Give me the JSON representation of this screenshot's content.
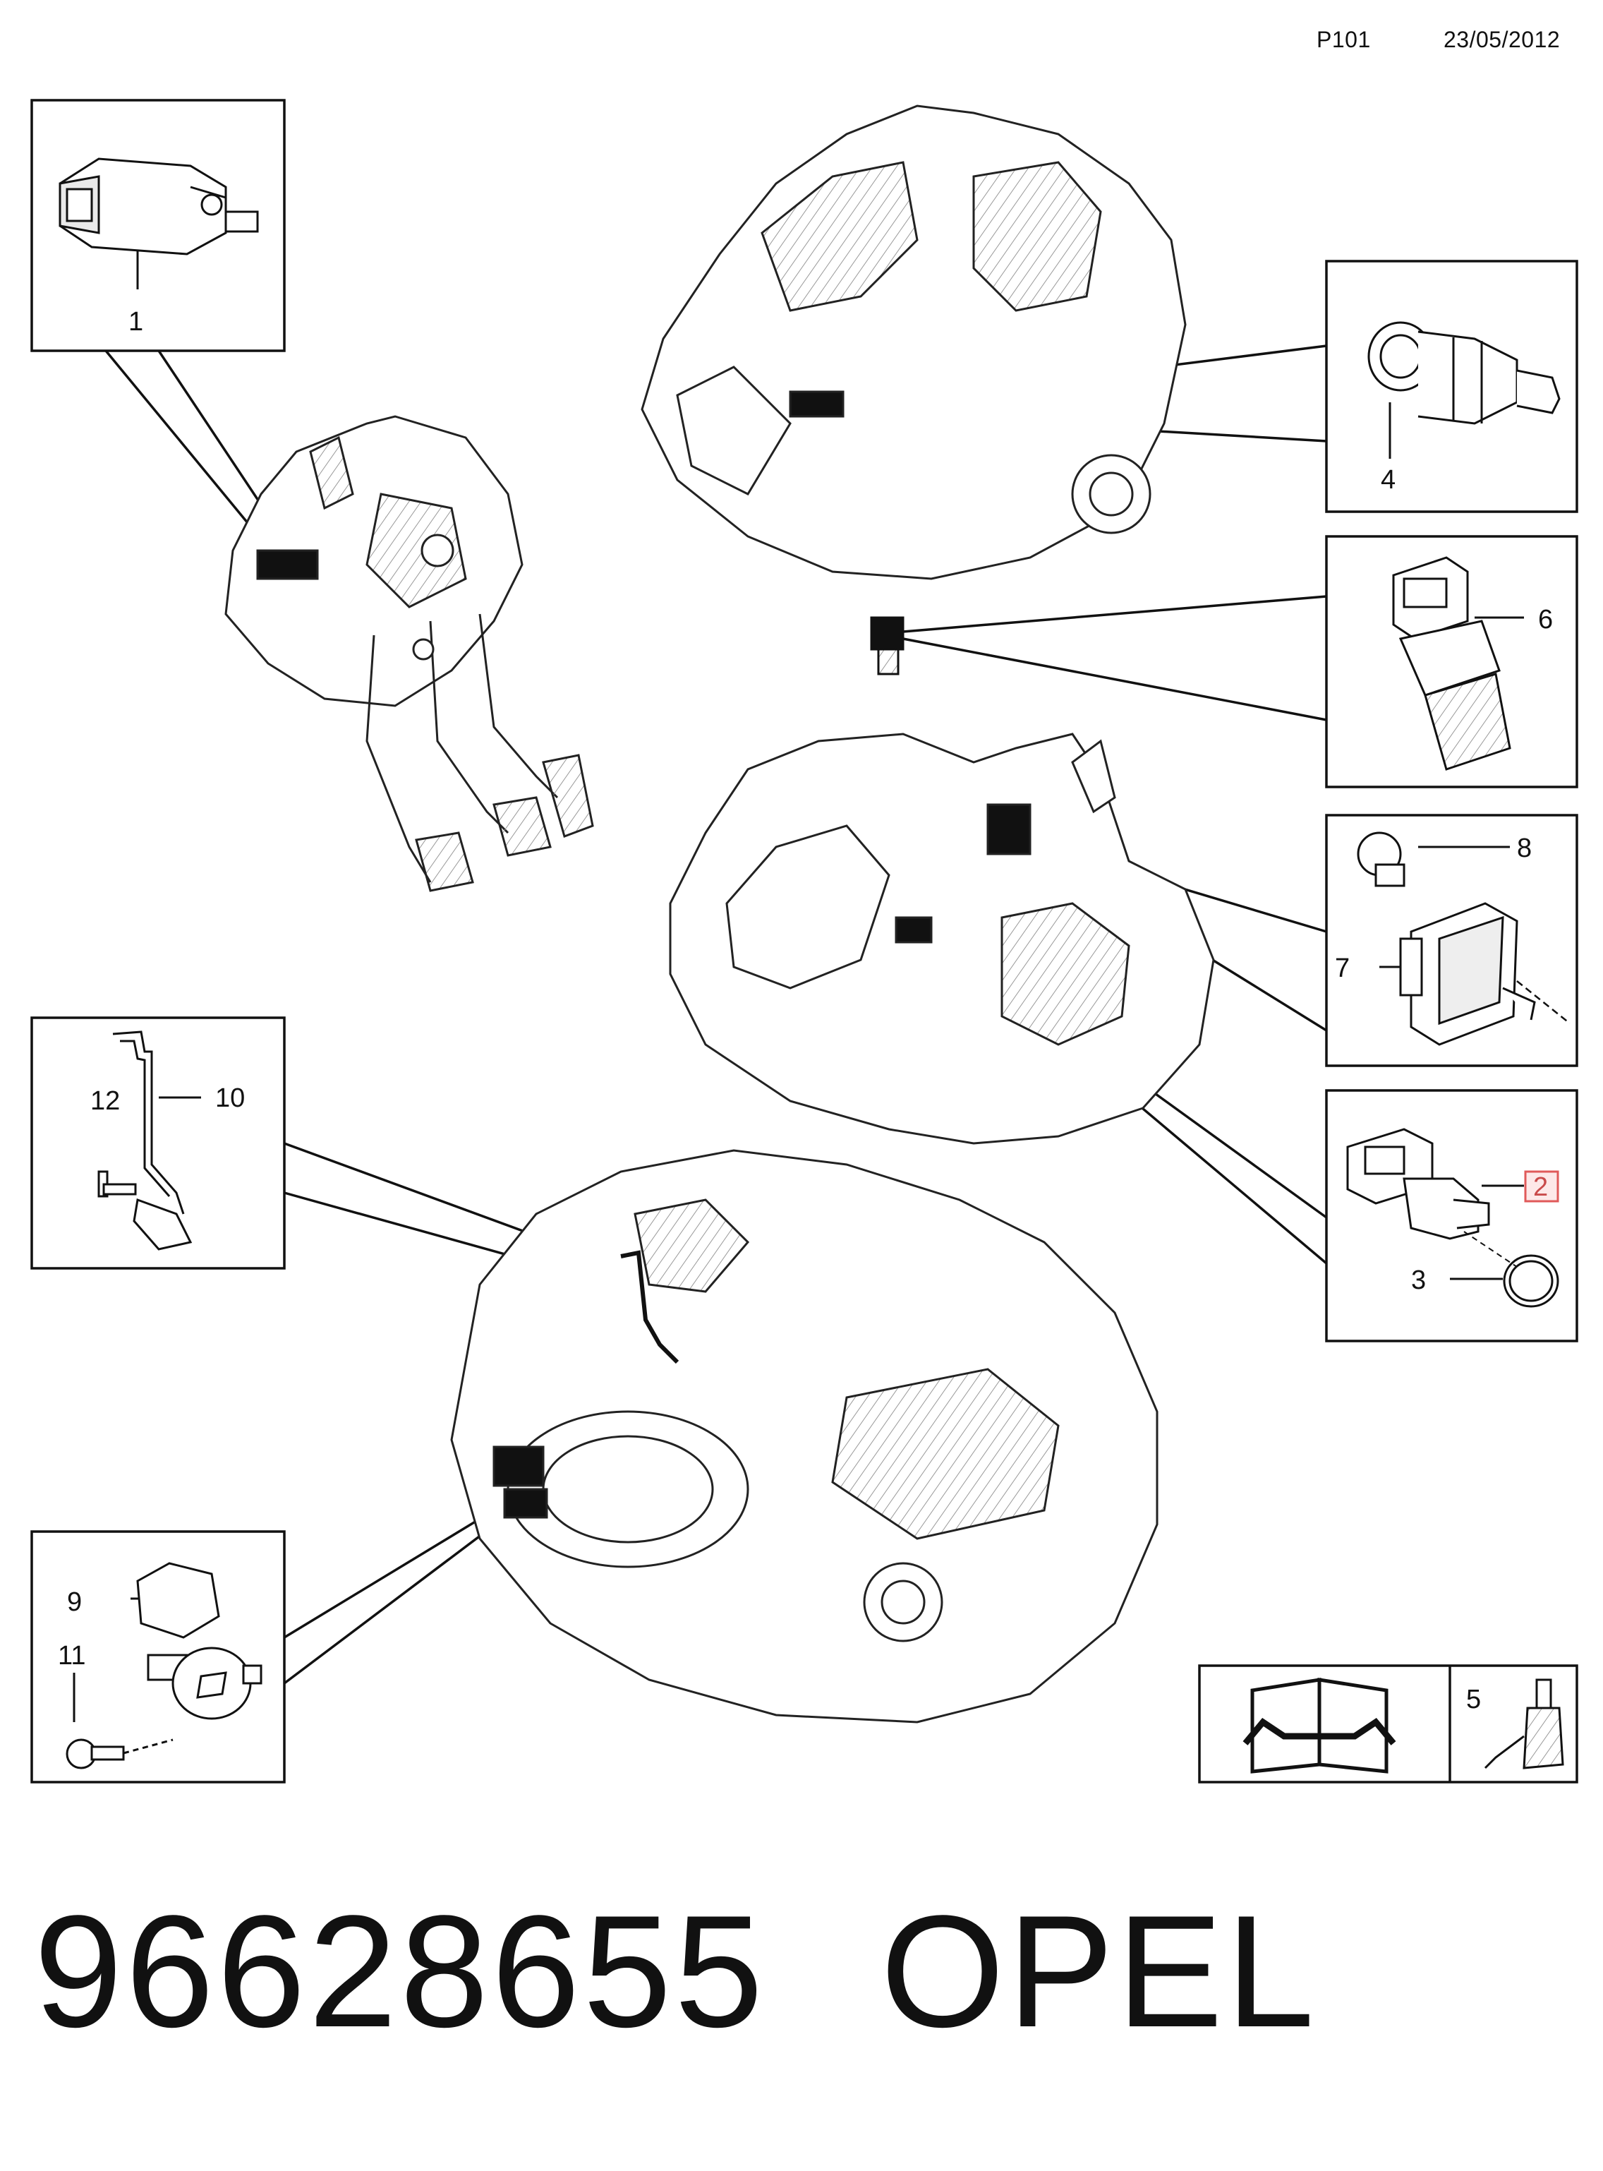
{
  "header": {
    "page_code": "P101",
    "date": "23/05/2012"
  },
  "callouts": {
    "c1": "1",
    "c2": "2",
    "c3": "3",
    "c4": "4",
    "c5": "5",
    "c6": "6",
    "c7": "7",
    "c8": "8",
    "c9": "9",
    "c10": "10",
    "c11": "11",
    "c12": "12"
  },
  "highlighted_callout": "2",
  "footer": {
    "part_number": "96628655",
    "brand": "OPEL"
  },
  "icons": [
    "manual-book-wrench-icon",
    "lubricant-bottle-icon"
  ],
  "colors": {
    "ink": "#111111",
    "highlight": "#e05a5a",
    "highlight_fill": "#fde8e8"
  }
}
